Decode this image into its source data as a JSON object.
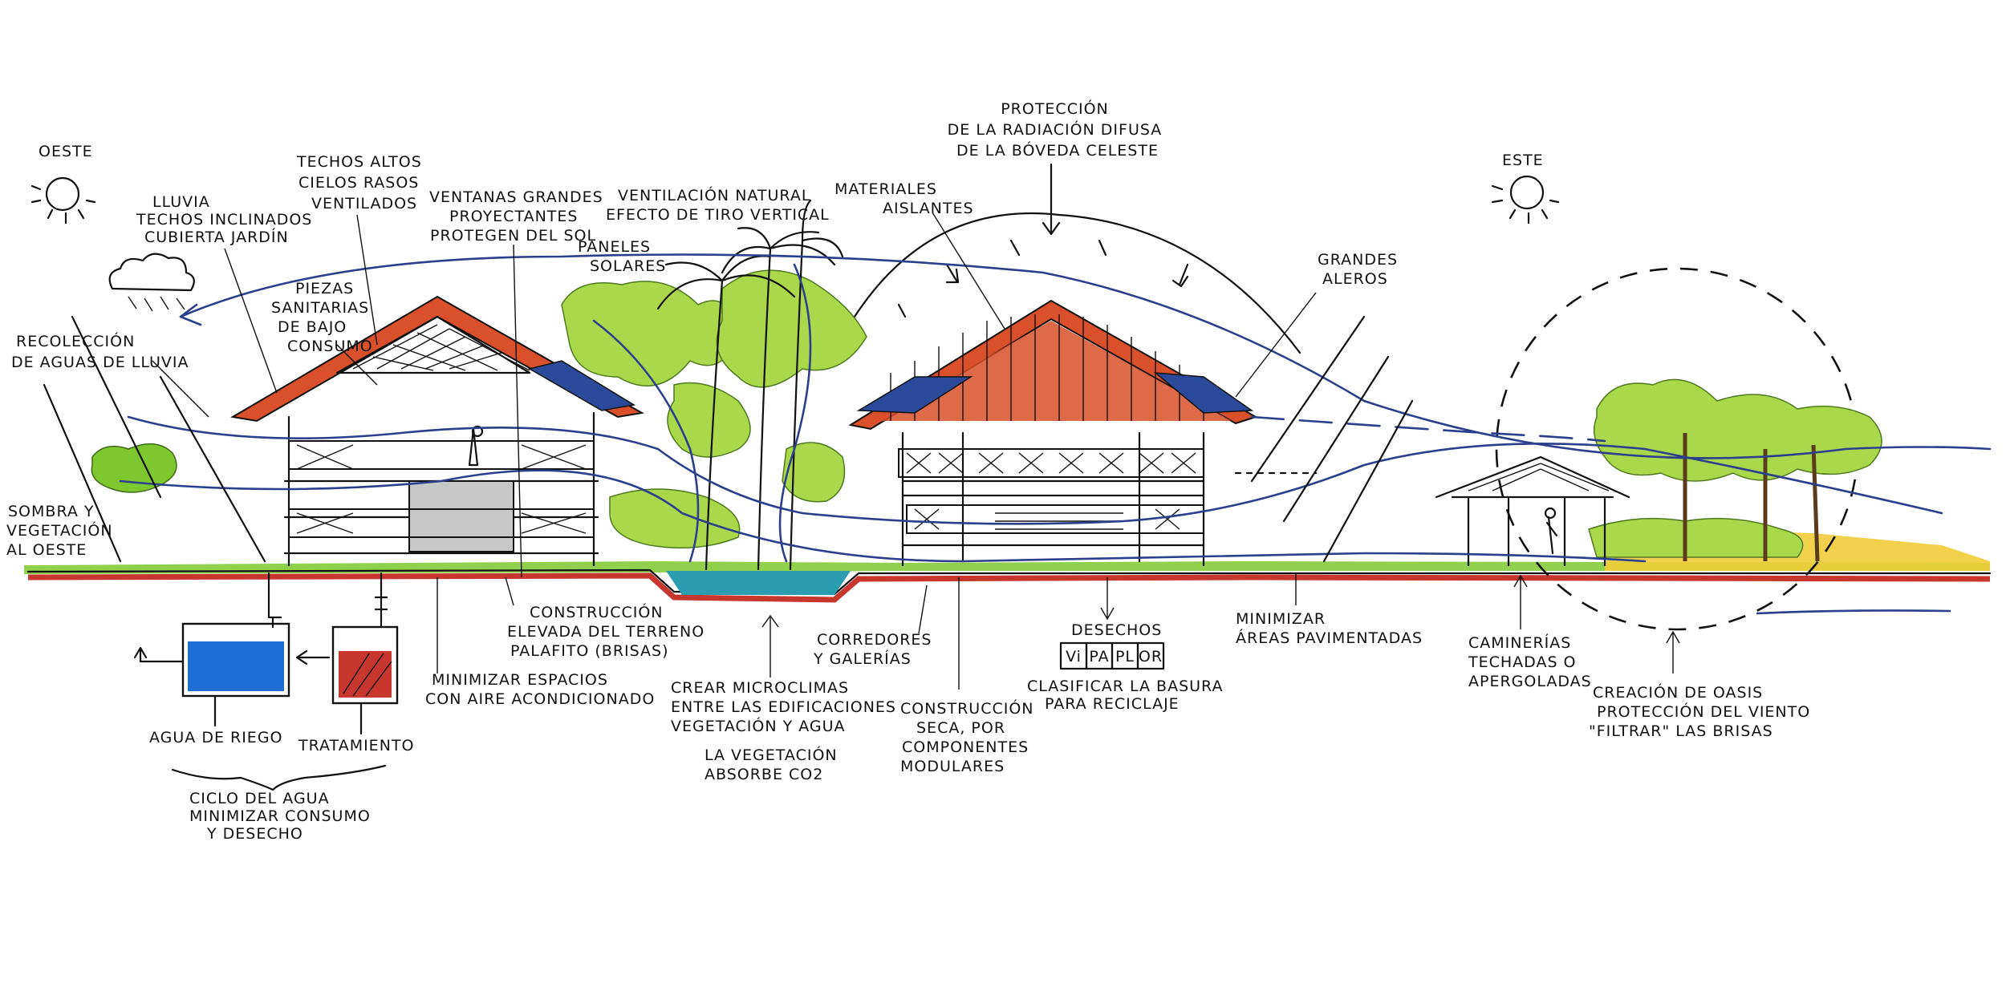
{
  "colors": {
    "ground_red": "#c8372d",
    "grass": "#7cc82e",
    "foliage": "#a9d84a",
    "roof_orange": "#d9502a",
    "water": "#2a9db0",
    "tank_blue": "#1f6fd6",
    "wind_blue": "#2b3f8c",
    "sand": "#f2cc3a"
  },
  "labels": {
    "oeste": "OESTE",
    "este": "ESTE",
    "lluvia": [
      "LLUVIA",
      "TECHOS INCLINADOS",
      "CUBIERTA JARDÍN"
    ],
    "techos_altos": [
      "TECHOS ALTOS",
      "CIELOS RASOS",
      "VENTILADOS"
    ],
    "ventanas": [
      "VENTANAS GRANDES",
      "PROYECTANTES",
      "PROTEGEN DEL SOL"
    ],
    "ventilacion": [
      "VENTILACIÓN NATURAL",
      "EFECTO DE TIRO VERTICAL"
    ],
    "materiales": [
      "MATERIALES",
      "AISLANTES"
    ],
    "proteccion": [
      "PROTECCIÓN",
      "DE LA RADIACIÓN DIFUSA",
      "DE LA BÓVEDA CELESTE"
    ],
    "grandes_aleros": [
      "GRANDES",
      "ALEROS"
    ],
    "paneles": [
      "PANELES",
      "SOLARES"
    ],
    "piezas": [
      "PIEZAS",
      "SANITARIAS",
      "DE BAJO",
      "CONSUMO"
    ],
    "recoleccion": [
      "RECOLECCIÓN",
      "DE AGUAS DE LLUVIA"
    ],
    "sombra": [
      "SOMBRA Y",
      "VEGETACIÓN",
      "AL OESTE"
    ],
    "construccion_elevada": [
      "CONSTRUCCIÓN",
      "ELEVADA DEL TERRENO",
      "PALAFITO (BRISAS)"
    ],
    "minimizar_espacios": [
      "MINIMIZAR ESPACIOS",
      "CON AIRE ACONDICIONADO"
    ],
    "agua_riego": "AGUA DE RIEGO",
    "tratamiento": "TRATAMIENTO",
    "ciclo": [
      "CICLO DEL AGUA",
      "MINIMIZAR CONSUMO",
      "Y DESECHO"
    ],
    "microclimas": [
      "CREAR MICROCLIMAS",
      "ENTRE LAS EDIFICACIONES",
      "VEGETACIÓN Y AGUA"
    ],
    "vegetacion_co2": [
      "LA VEGETACIÓN",
      "ABSORBE CO2"
    ],
    "corredores": [
      "CORREDORES",
      "Y GALERÍAS"
    ],
    "construccion_seca": [
      "CONSTRUCCIÓN",
      "SECA, POR",
      "COMPONENTES",
      "MODULARES"
    ],
    "desechos": "DESECHOS",
    "reciclaje_bins": [
      "Vi",
      "PA",
      "PL",
      "OR"
    ],
    "clasificar": [
      "CLASIFICAR LA BASURA",
      "PARA RECICLAJE"
    ],
    "minimizar_areas": [
      "MINIMIZAR",
      "ÁREAS PAVIMENTADAS"
    ],
    "caminerias": [
      "CAMINERÍAS",
      "TECHADAS O",
      "APERGOLADAS"
    ],
    "oasis": [
      "CREACIÓN DE OASIS",
      "PROTECCIÓN DEL VIENTO",
      "\"FILTRAR\" LAS BRISAS"
    ]
  }
}
